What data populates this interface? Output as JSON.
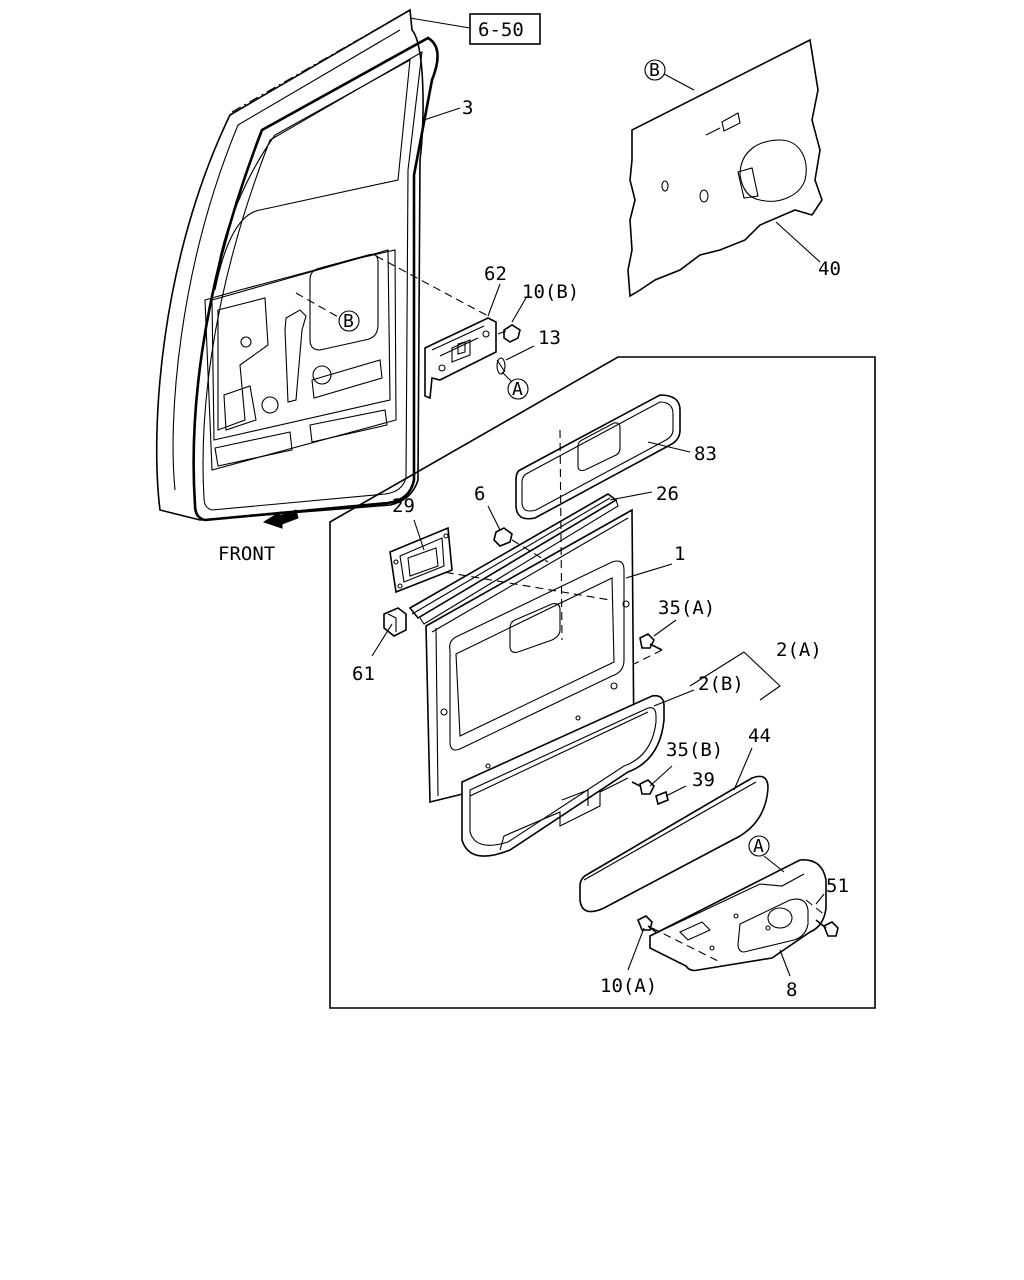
{
  "diagram": {
    "ref_box": "6-50",
    "front_label": "FRONT",
    "markers": {
      "a": "A",
      "b": "B"
    },
    "parts": {
      "p1": "1",
      "p2a": "2(A)",
      "p2b": "2(B)",
      "p3": "3",
      "p6": "6",
      "p8": "8",
      "p10a": "10(A)",
      "p10b": "10(B)",
      "p13": "13",
      "p26": "26",
      "p29": "29",
      "p35a": "35(A)",
      "p35b": "35(B)",
      "p39": "39",
      "p40": "40",
      "p44": "44",
      "p51": "51",
      "p61": "61",
      "p62": "62",
      "p83": "83"
    }
  }
}
